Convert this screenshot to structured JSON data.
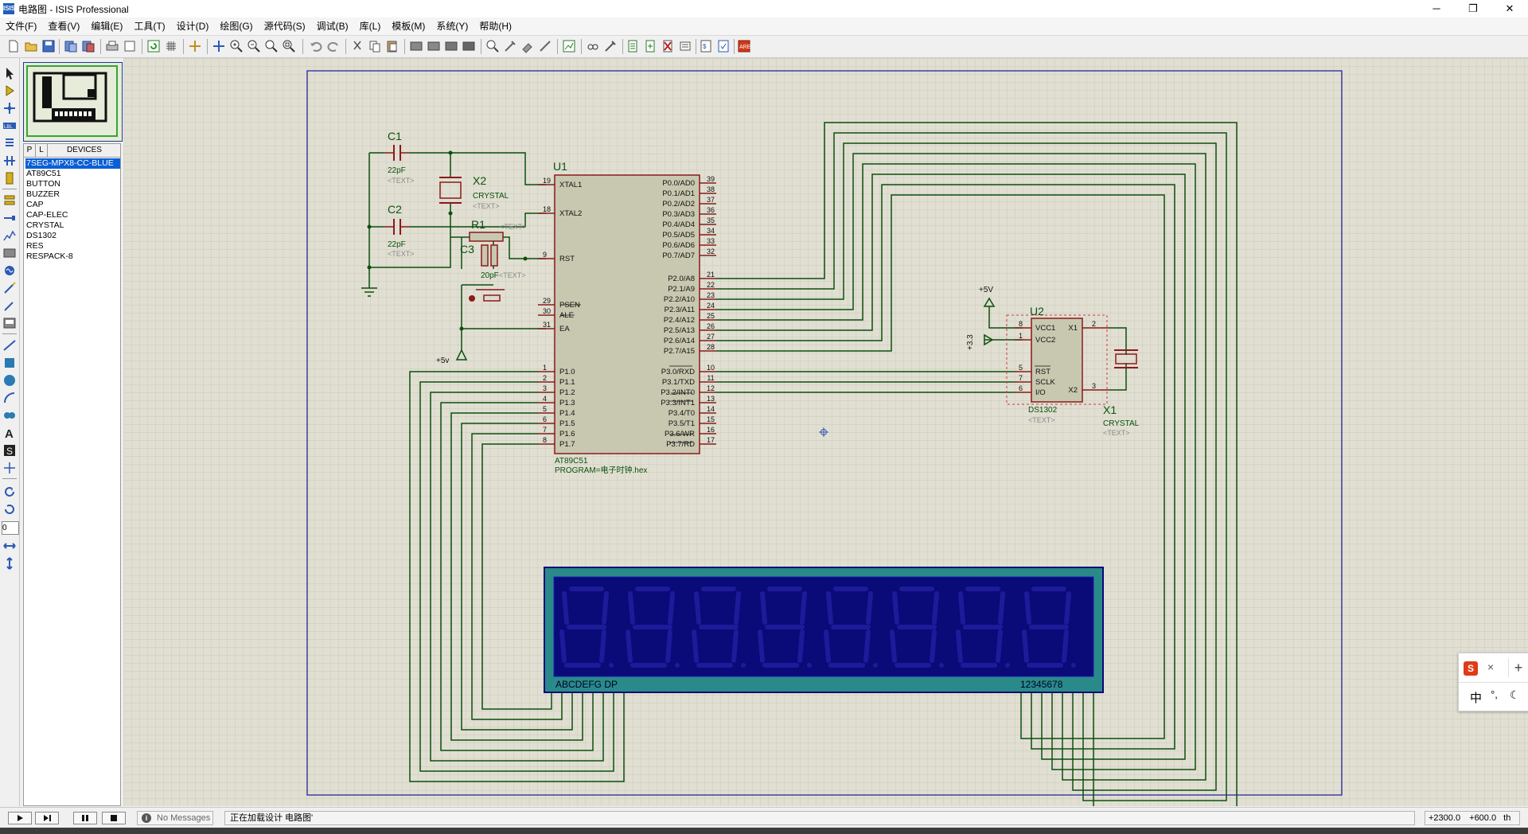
{
  "window": {
    "app_icon": "ISIS",
    "title": "电路图 - ISIS Professional",
    "minimize": "─",
    "restore": "❐",
    "close": "✕"
  },
  "menu": [
    "文件(F)",
    "查看(V)",
    "编辑(E)",
    "工具(T)",
    "设计(D)",
    "绘图(G)",
    "源代码(S)",
    "调试(B)",
    "库(L)",
    "模板(M)",
    "系统(Y)",
    "帮助(H)"
  ],
  "device_panel": {
    "tab_p": "P",
    "tab_l": "L",
    "header": "DEVICES",
    "items": [
      "7SEG-MPX8-CC-BLUE",
      "AT89C51",
      "BUTTON",
      "BUZZER",
      "CAP",
      "CAP-ELEC",
      "CRYSTAL",
      "DS1302",
      "RES",
      "RESPACK-8"
    ],
    "selected_index": 0
  },
  "rotation_value": "0",
  "schematic": {
    "c1": {
      "ref": "C1",
      "value": "22pF",
      "text": "<TEXT>"
    },
    "c2": {
      "ref": "C2",
      "value": "22pF",
      "text": "<TEXT>"
    },
    "c3": {
      "ref": "C3",
      "value": "20pF",
      "text": "<TEXT>"
    },
    "r1": {
      "ref": "R1",
      "text": "<TEXT>"
    },
    "x2": {
      "ref": "X2",
      "value": "CRYSTAL",
      "text": "<TEXT>"
    },
    "x1": {
      "ref": "X1",
      "value": "CRYSTAL",
      "text": "<TEXT>"
    },
    "u1": {
      "ref": "U1",
      "part": "AT89C51",
      "program": "PROGRAM=电子时钟.hex",
      "left_pins": [
        {
          "num": "19",
          "name": "XTAL1"
        },
        {
          "num": "18",
          "name": "XTAL2"
        },
        {
          "num": "9",
          "name": "RST"
        },
        {
          "num": "29",
          "name": "PSEN"
        },
        {
          "num": "30",
          "name": "ALE"
        },
        {
          "num": "31",
          "name": "EA"
        },
        {
          "num": "1",
          "name": "P1.0"
        },
        {
          "num": "2",
          "name": "P1.1"
        },
        {
          "num": "3",
          "name": "P1.2"
        },
        {
          "num": "4",
          "name": "P1.3"
        },
        {
          "num": "5",
          "name": "P1.4"
        },
        {
          "num": "6",
          "name": "P1.5"
        },
        {
          "num": "7",
          "name": "P1.6"
        },
        {
          "num": "8",
          "name": "P1.7"
        }
      ],
      "right_pins": [
        {
          "num": "39",
          "name": "P0.0/AD0"
        },
        {
          "num": "38",
          "name": "P0.1/AD1"
        },
        {
          "num": "37",
          "name": "P0.2/AD2"
        },
        {
          "num": "36",
          "name": "P0.3/AD3"
        },
        {
          "num": "35",
          "name": "P0.4/AD4"
        },
        {
          "num": "34",
          "name": "P0.5/AD5"
        },
        {
          "num": "33",
          "name": "P0.6/AD6"
        },
        {
          "num": "32",
          "name": "P0.7/AD7"
        },
        {
          "num": "21",
          "name": "P2.0/A8"
        },
        {
          "num": "22",
          "name": "P2.1/A9"
        },
        {
          "num": "23",
          "name": "P2.2/A10"
        },
        {
          "num": "24",
          "name": "P2.3/A11"
        },
        {
          "num": "25",
          "name": "P2.4/A12"
        },
        {
          "num": "26",
          "name": "P2.5/A13"
        },
        {
          "num": "27",
          "name": "P2.6/A14"
        },
        {
          "num": "28",
          "name": "P2.7/A15"
        },
        {
          "num": "10",
          "name": "P3.0/RXD"
        },
        {
          "num": "11",
          "name": "P3.1/TXD"
        },
        {
          "num": "12",
          "name": "P3.2/INT0"
        },
        {
          "num": "13",
          "name": "P3.3/INT1"
        },
        {
          "num": "14",
          "name": "P3.4/T0"
        },
        {
          "num": "15",
          "name": "P3.5/T1"
        },
        {
          "num": "16",
          "name": "P3.6/WR"
        },
        {
          "num": "17",
          "name": "P3.7/RD"
        }
      ]
    },
    "u2": {
      "ref": "U2",
      "part": "DS1302",
      "text": "<TEXT>",
      "pins": [
        {
          "num": "8",
          "name": "VCC1"
        },
        {
          "num": "1",
          "name": "VCC2"
        },
        {
          "num": "5",
          "name": "RST"
        },
        {
          "num": "7",
          "name": "SCLK"
        },
        {
          "num": "6",
          "name": "I/O"
        },
        {
          "num": "2",
          "name": "X1"
        },
        {
          "num": "3",
          "name": "X2"
        }
      ]
    },
    "power": {
      "plus5v_a": "+5v",
      "plus5v_b": "+5V",
      "plus33": "+3.3"
    },
    "display": {
      "segments_label": "ABCDEFG DP",
      "digits_label": "12345678"
    }
  },
  "status": {
    "messages": "No Messages",
    "text": "正在加载设计 电路图'",
    "coord_x": "+2300.0",
    "coord_y": "+600.0",
    "units": "th"
  },
  "ime": {
    "lang": "中",
    "punct": "°,",
    "plus": "+",
    "close": "×"
  },
  "colors": {
    "grid_bg": "#e0dfd2",
    "wire": "#0d4f0d",
    "component": "#8b1a1a",
    "chip_fill": "#c8c8b0",
    "display_bg": "#0a0a78",
    "display_frame": "#2a8a8a",
    "sheet_border": "#1a1a9a"
  }
}
